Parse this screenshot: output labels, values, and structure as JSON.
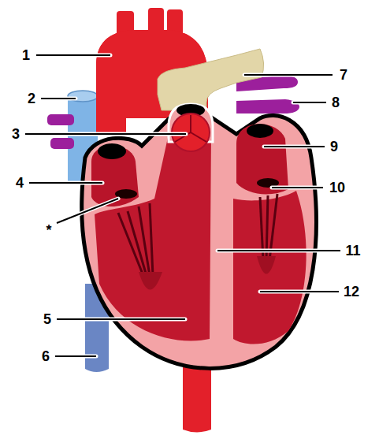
{
  "diagram": {
    "labels": [
      "1",
      "2",
      "3",
      "4",
      "*",
      "5",
      "6",
      "7",
      "8",
      "9",
      "10",
      "11",
      "12"
    ]
  }
}
